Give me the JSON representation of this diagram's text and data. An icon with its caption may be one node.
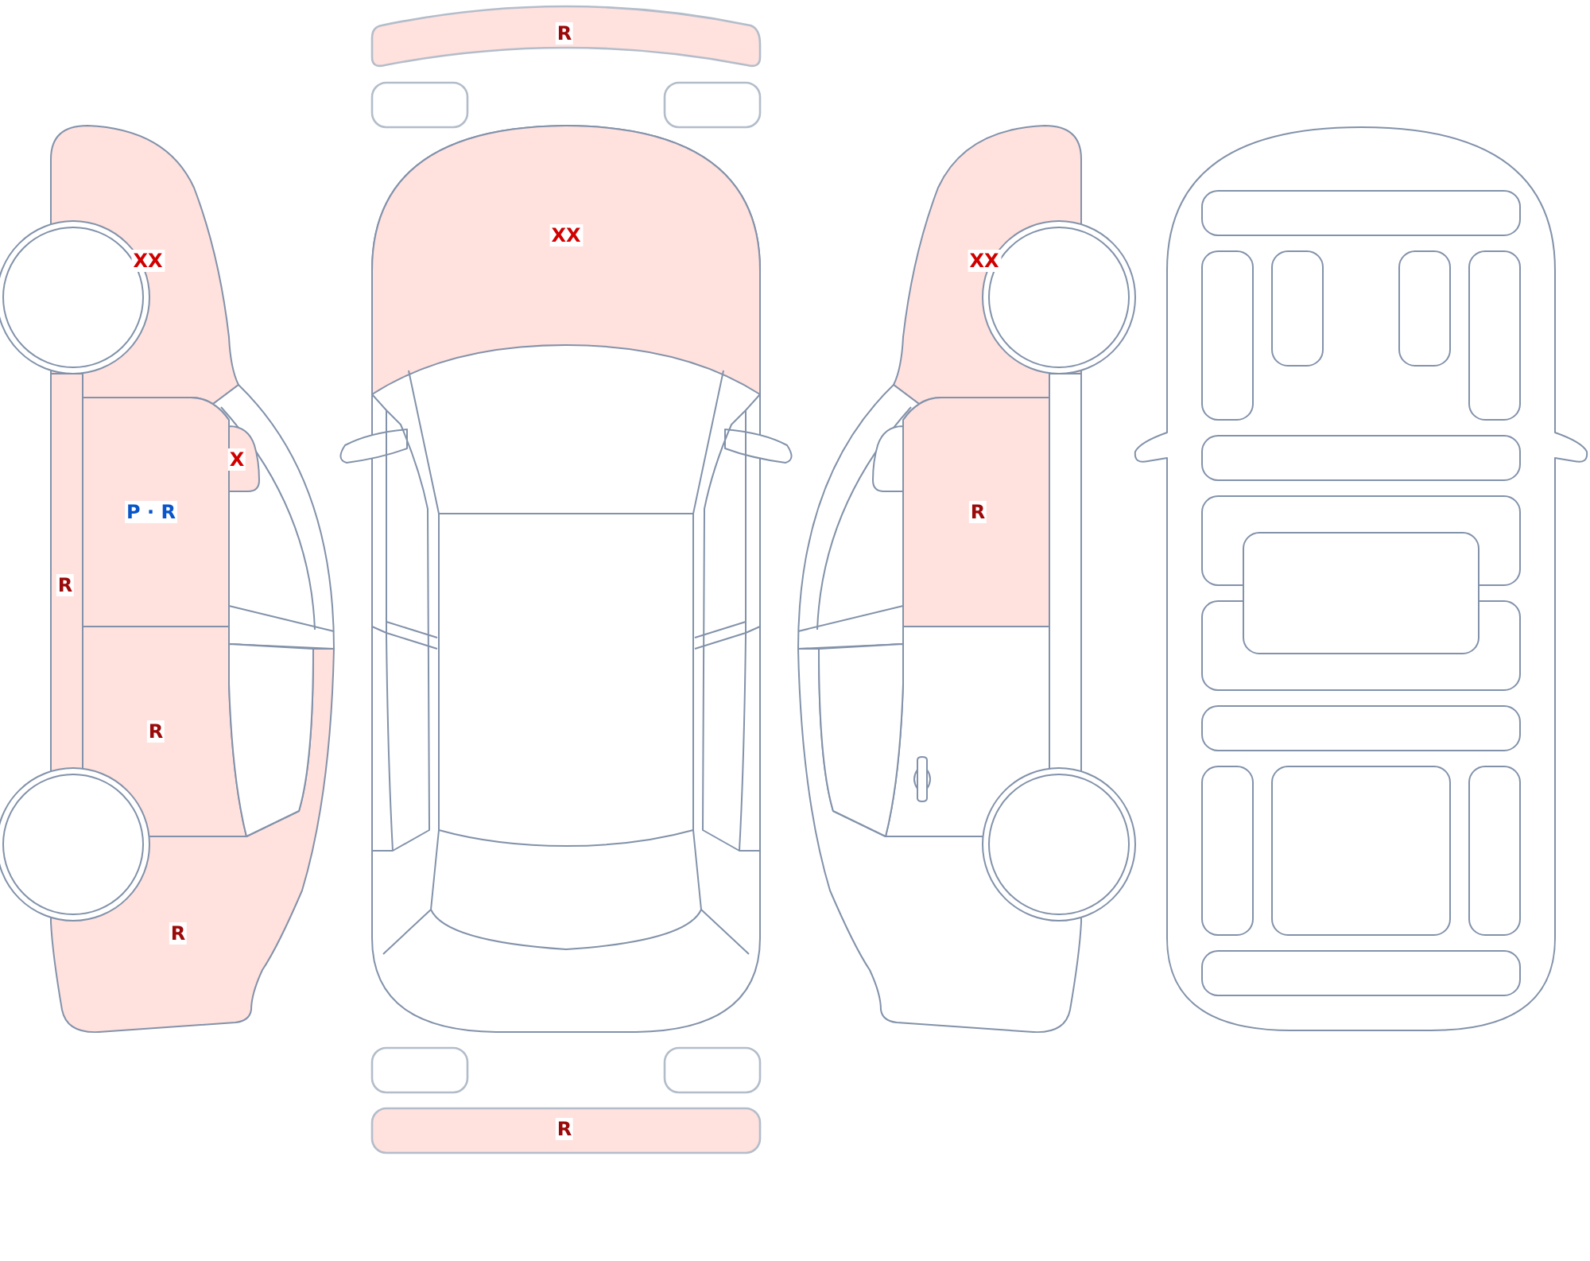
{
  "diagram": {
    "labels": [
      "R",
      "XX",
      "XX",
      "XX",
      "X",
      "P · R",
      "R",
      "R",
      "R",
      "R",
      "R"
    ]
  }
}
